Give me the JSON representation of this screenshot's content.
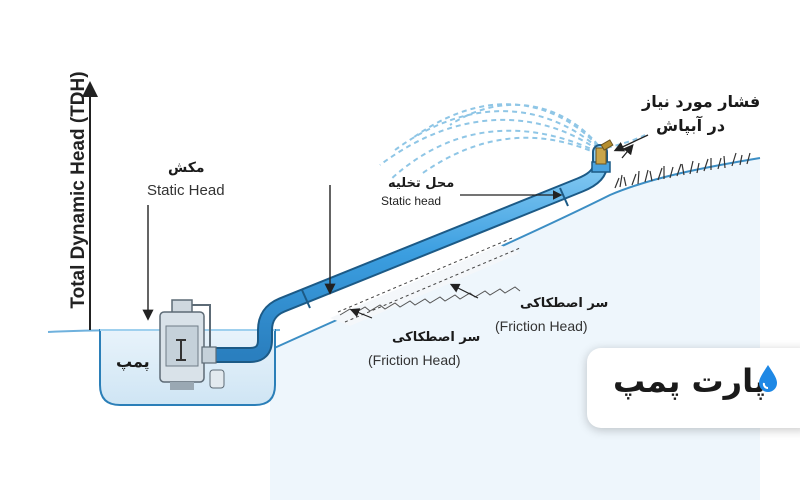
{
  "axis": {
    "label": "Total Dynamic Head (TDH)"
  },
  "labels": {
    "suction_fa": "مکش",
    "suction_en": "Static Head",
    "pump_fa": "پمپ",
    "discharge_fa": "محل تخلیه",
    "discharge_en": "Static head",
    "pressure_fa_line1": "فشار مورد نیاز",
    "pressure_fa_line2": "در آبپاش",
    "friction1_fa": "سر اصطکاکی",
    "friction1_en": "(Friction Head)",
    "friction2_fa": "سر اصطکاکی",
    "friction2_en": "(Friction Head)"
  },
  "brand": {
    "name": "پارت پمپ",
    "icon": "water-drop-icon"
  },
  "colors": {
    "water": "#dcedf8",
    "pipe": "#4aa3df",
    "pipe_dark": "#1c5a86",
    "spray": "#8fc6e6",
    "accent": "#1e88e5"
  }
}
